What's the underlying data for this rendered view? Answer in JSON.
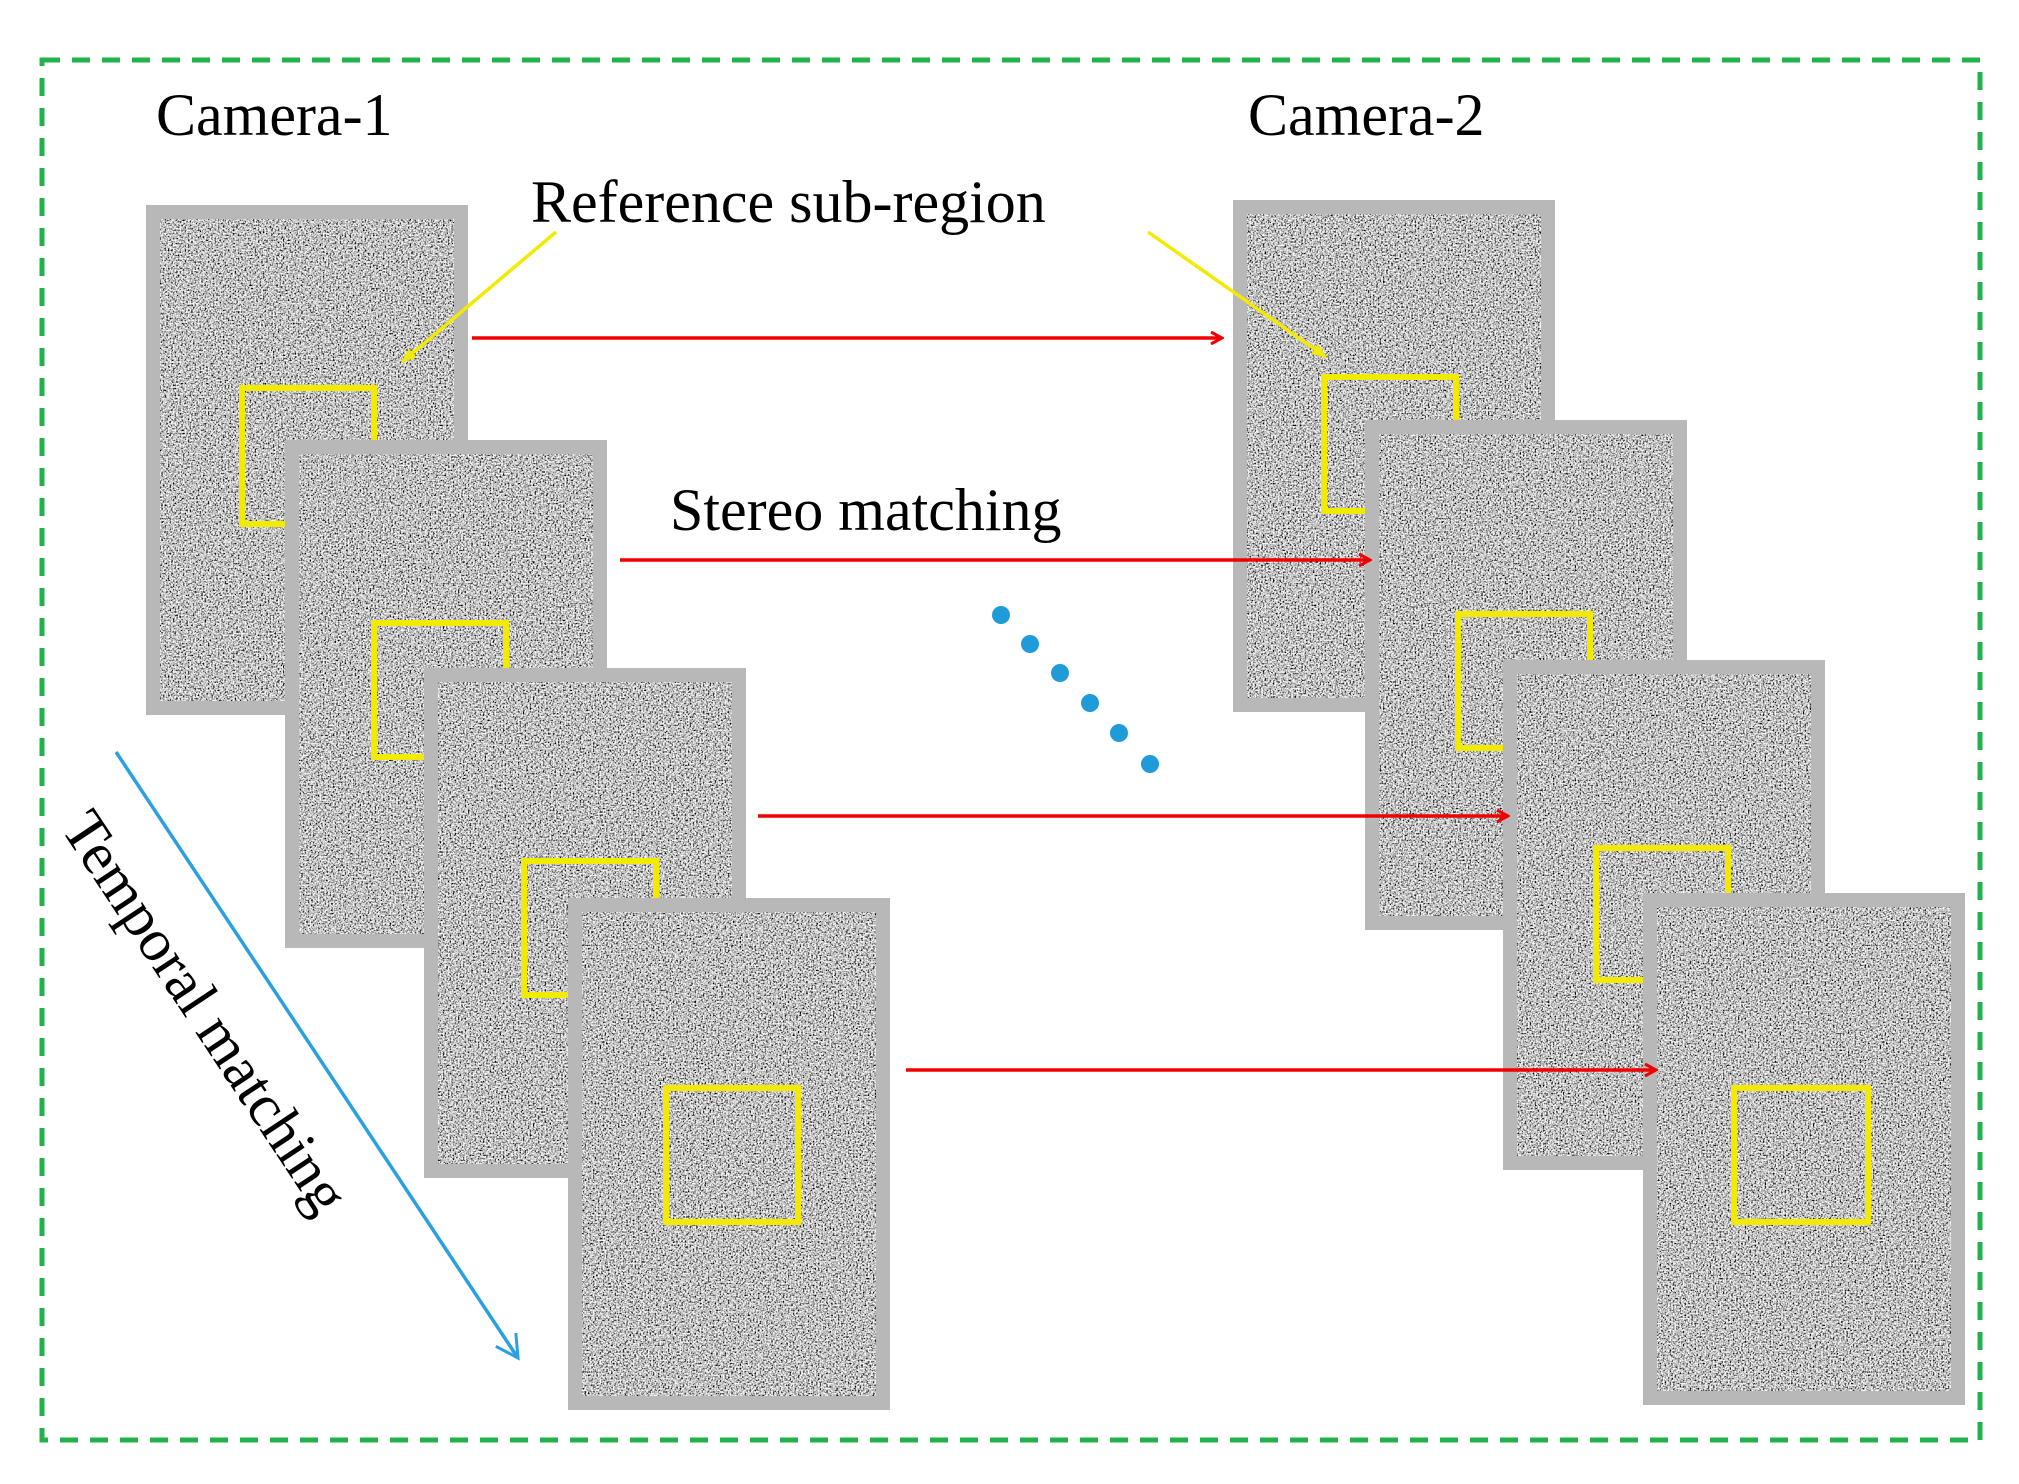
{
  "labels": {
    "camera1": "Camera-1",
    "camera2": "Camera-2",
    "reference": "Reference sub-region",
    "stereo": "Stereo matching",
    "temporal": "Temporal matching"
  },
  "colors": {
    "frame_border": "#B8B8B8",
    "speckle_dark": "#1A1A1A",
    "speckle_light": "#EDEDED",
    "subregion_box": "#F2EA00",
    "reference_pointer": "#F2EA00",
    "stereo_arrow": "#F00000",
    "temporal_arrow": "#2AA0E0",
    "ellipsis_dots": "#1F9BD8",
    "dashed_border": "#22B24C"
  },
  "cameras": [
    {
      "id": "camera-1",
      "frame_count": 4
    },
    {
      "id": "camera-2",
      "frame_count": 4
    }
  ],
  "stereo_arrow_count": 4,
  "ellipsis_dot_count": 6
}
